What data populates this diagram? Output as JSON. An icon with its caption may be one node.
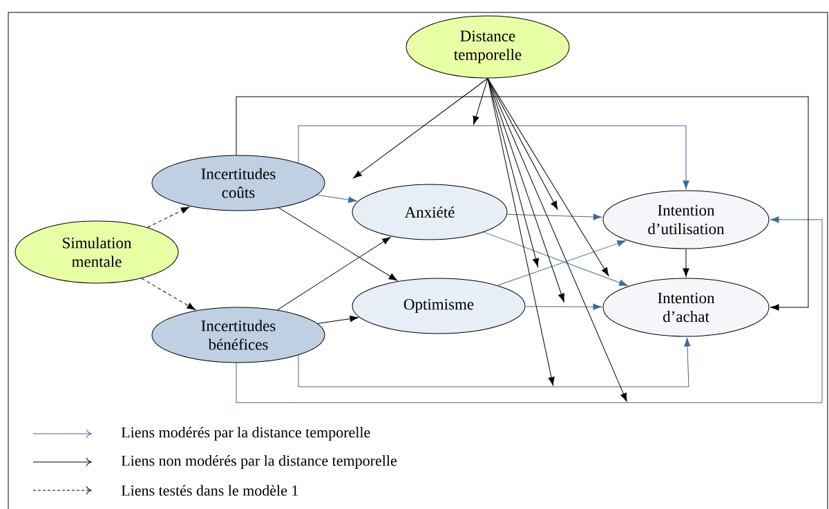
{
  "diagram": {
    "nodes": [
      {
        "text": [
          "Distance temporelle"
        ]
      },
      {
        "text": [
          "Incertitudes coûts"
        ]
      },
      {
        "text": [
          "Simulation mentale"
        ]
      },
      {
        "text": [
          "Anxiété"
        ]
      },
      {
        "text": [
          "Intention d’utilisation"
        ]
      },
      {
        "text": [
          "Incertitudes bénéfices"
        ]
      },
      {
        "text": [
          "Optimisme"
        ]
      },
      {
        "text": [
          "Intention d’achat"
        ]
      }
    ],
    "edges": [
      {
        "from": 2,
        "to": 1,
        "arrow": "to",
        "style": "dashed"
      },
      {
        "from": 2,
        "to": 5,
        "arrow": "to",
        "style": "dashed"
      },
      {
        "from": 1,
        "to": 3,
        "arrow": "to",
        "color": "#3d6a8e"
      },
      {
        "from": 1,
        "to": 6,
        "arrow": "to"
      },
      {
        "from": 5,
        "to": 3,
        "arrow": "to"
      },
      {
        "from": 5,
        "to": 6,
        "arrow": "to"
      },
      {
        "from": 3,
        "to": 4,
        "arrow": "to",
        "color": "#3d6a8e"
      },
      {
        "from": 3,
        "to": 7,
        "arrow": "to",
        "color": "#3d6a8e"
      },
      {
        "from": 6,
        "to": 4,
        "arrow": "to",
        "color": "#3d6a8e"
      },
      {
        "from": 6,
        "to": 7,
        "arrow": "to",
        "color": "#3d6a8e"
      },
      {
        "from": 4,
        "to": 7,
        "arrow": "to"
      },
      {
        "from": 1,
        "to": 4,
        "arrow": "to",
        "color": "#3d6a8e"
      },
      {
        "from": 5,
        "to": 7,
        "arrow": "to",
        "color": "#3d6a8e"
      },
      {
        "from": 5,
        "to": 4,
        "arrow": "to",
        "color": "#3d6a8e"
      },
      {
        "from": 1,
        "to": 7,
        "arrow": "to"
      },
      {
        "from": 0,
        "to": null,
        "arrow": "to"
      },
      {
        "from": 0,
        "to": null,
        "arrow": "to"
      },
      {
        "from": 0,
        "to": null,
        "arrow": "to"
      },
      {
        "from": 0,
        "to": null,
        "arrow": "to"
      },
      {
        "from": 0,
        "to": null,
        "arrow": "to"
      },
      {
        "from": 0,
        "to": null,
        "arrow": "to"
      },
      {
        "from": 0,
        "to": null,
        "arrow": "to"
      },
      {
        "from": 0,
        "to": null,
        "arrow": "to"
      }
    ],
    "legend": [
      {
        "text": "Liens modérés par la distance temporelle"
      },
      {
        "text": "Liens non modérés par la distance temporelle"
      },
      {
        "text": "Liens testés dans le modèle 1"
      }
    ]
  }
}
